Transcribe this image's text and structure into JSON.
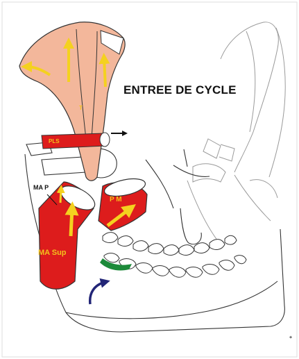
{
  "title": "ENTREE DE CYCLE",
  "labels": {
    "temporal": "T",
    "pls": "PLS",
    "ma_p": "MA P",
    "pm": "P M",
    "ma_sup": "MA Sup",
    "corner_mark": "+"
  },
  "colors": {
    "muscle_red": "#dd1c1c",
    "temporal_fill": "#f3b79b",
    "arrow_yellow": "#f4d11f",
    "contact_green": "#1d8a3a",
    "rotation_arrow": "#222577",
    "outline": "#333333"
  }
}
